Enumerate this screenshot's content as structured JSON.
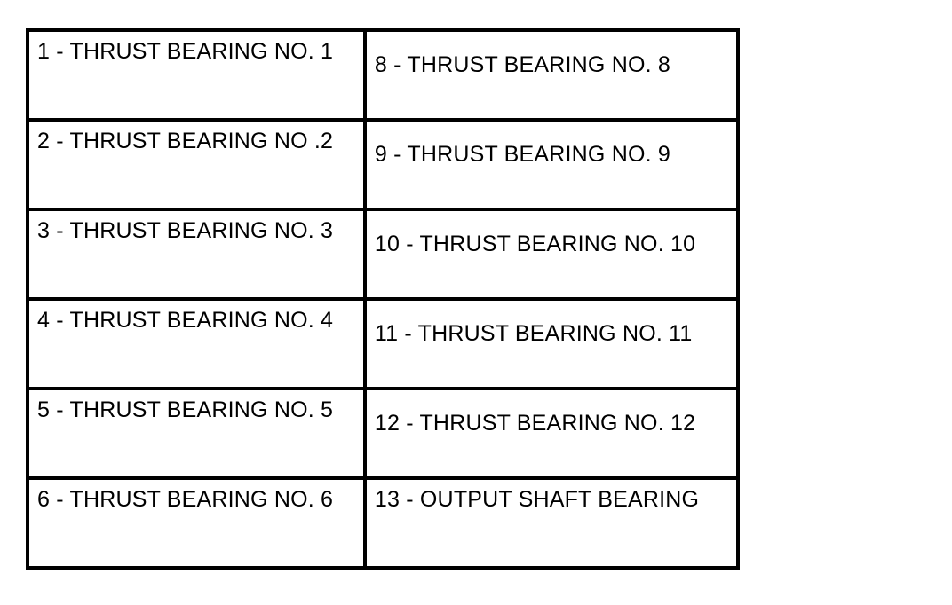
{
  "legend": {
    "rows": [
      {
        "left": "1 - THRUST BEARING NO. 1",
        "right": "8 - THRUST BEARING NO. 8"
      },
      {
        "left": "2 - THRUST BEARING NO .2",
        "right": "9 - THRUST BEARING NO. 9"
      },
      {
        "left": "3 - THRUST BEARING NO. 3",
        "right": "10 - THRUST BEARING NO. 10"
      },
      {
        "left": "4 - THRUST BEARING NO. 4",
        "right": "11 - THRUST BEARING NO. 11"
      },
      {
        "left": "5 - THRUST BEARING NO. 5",
        "right": "12 - THRUST BEARING NO. 12"
      },
      {
        "left": "6 - THRUST BEARING NO. 6",
        "right": "13 - OUTPUT SHAFT BEARING"
      }
    ]
  },
  "colors": {
    "border": "#000000",
    "text": "#000000",
    "background": "#ffffff"
  }
}
